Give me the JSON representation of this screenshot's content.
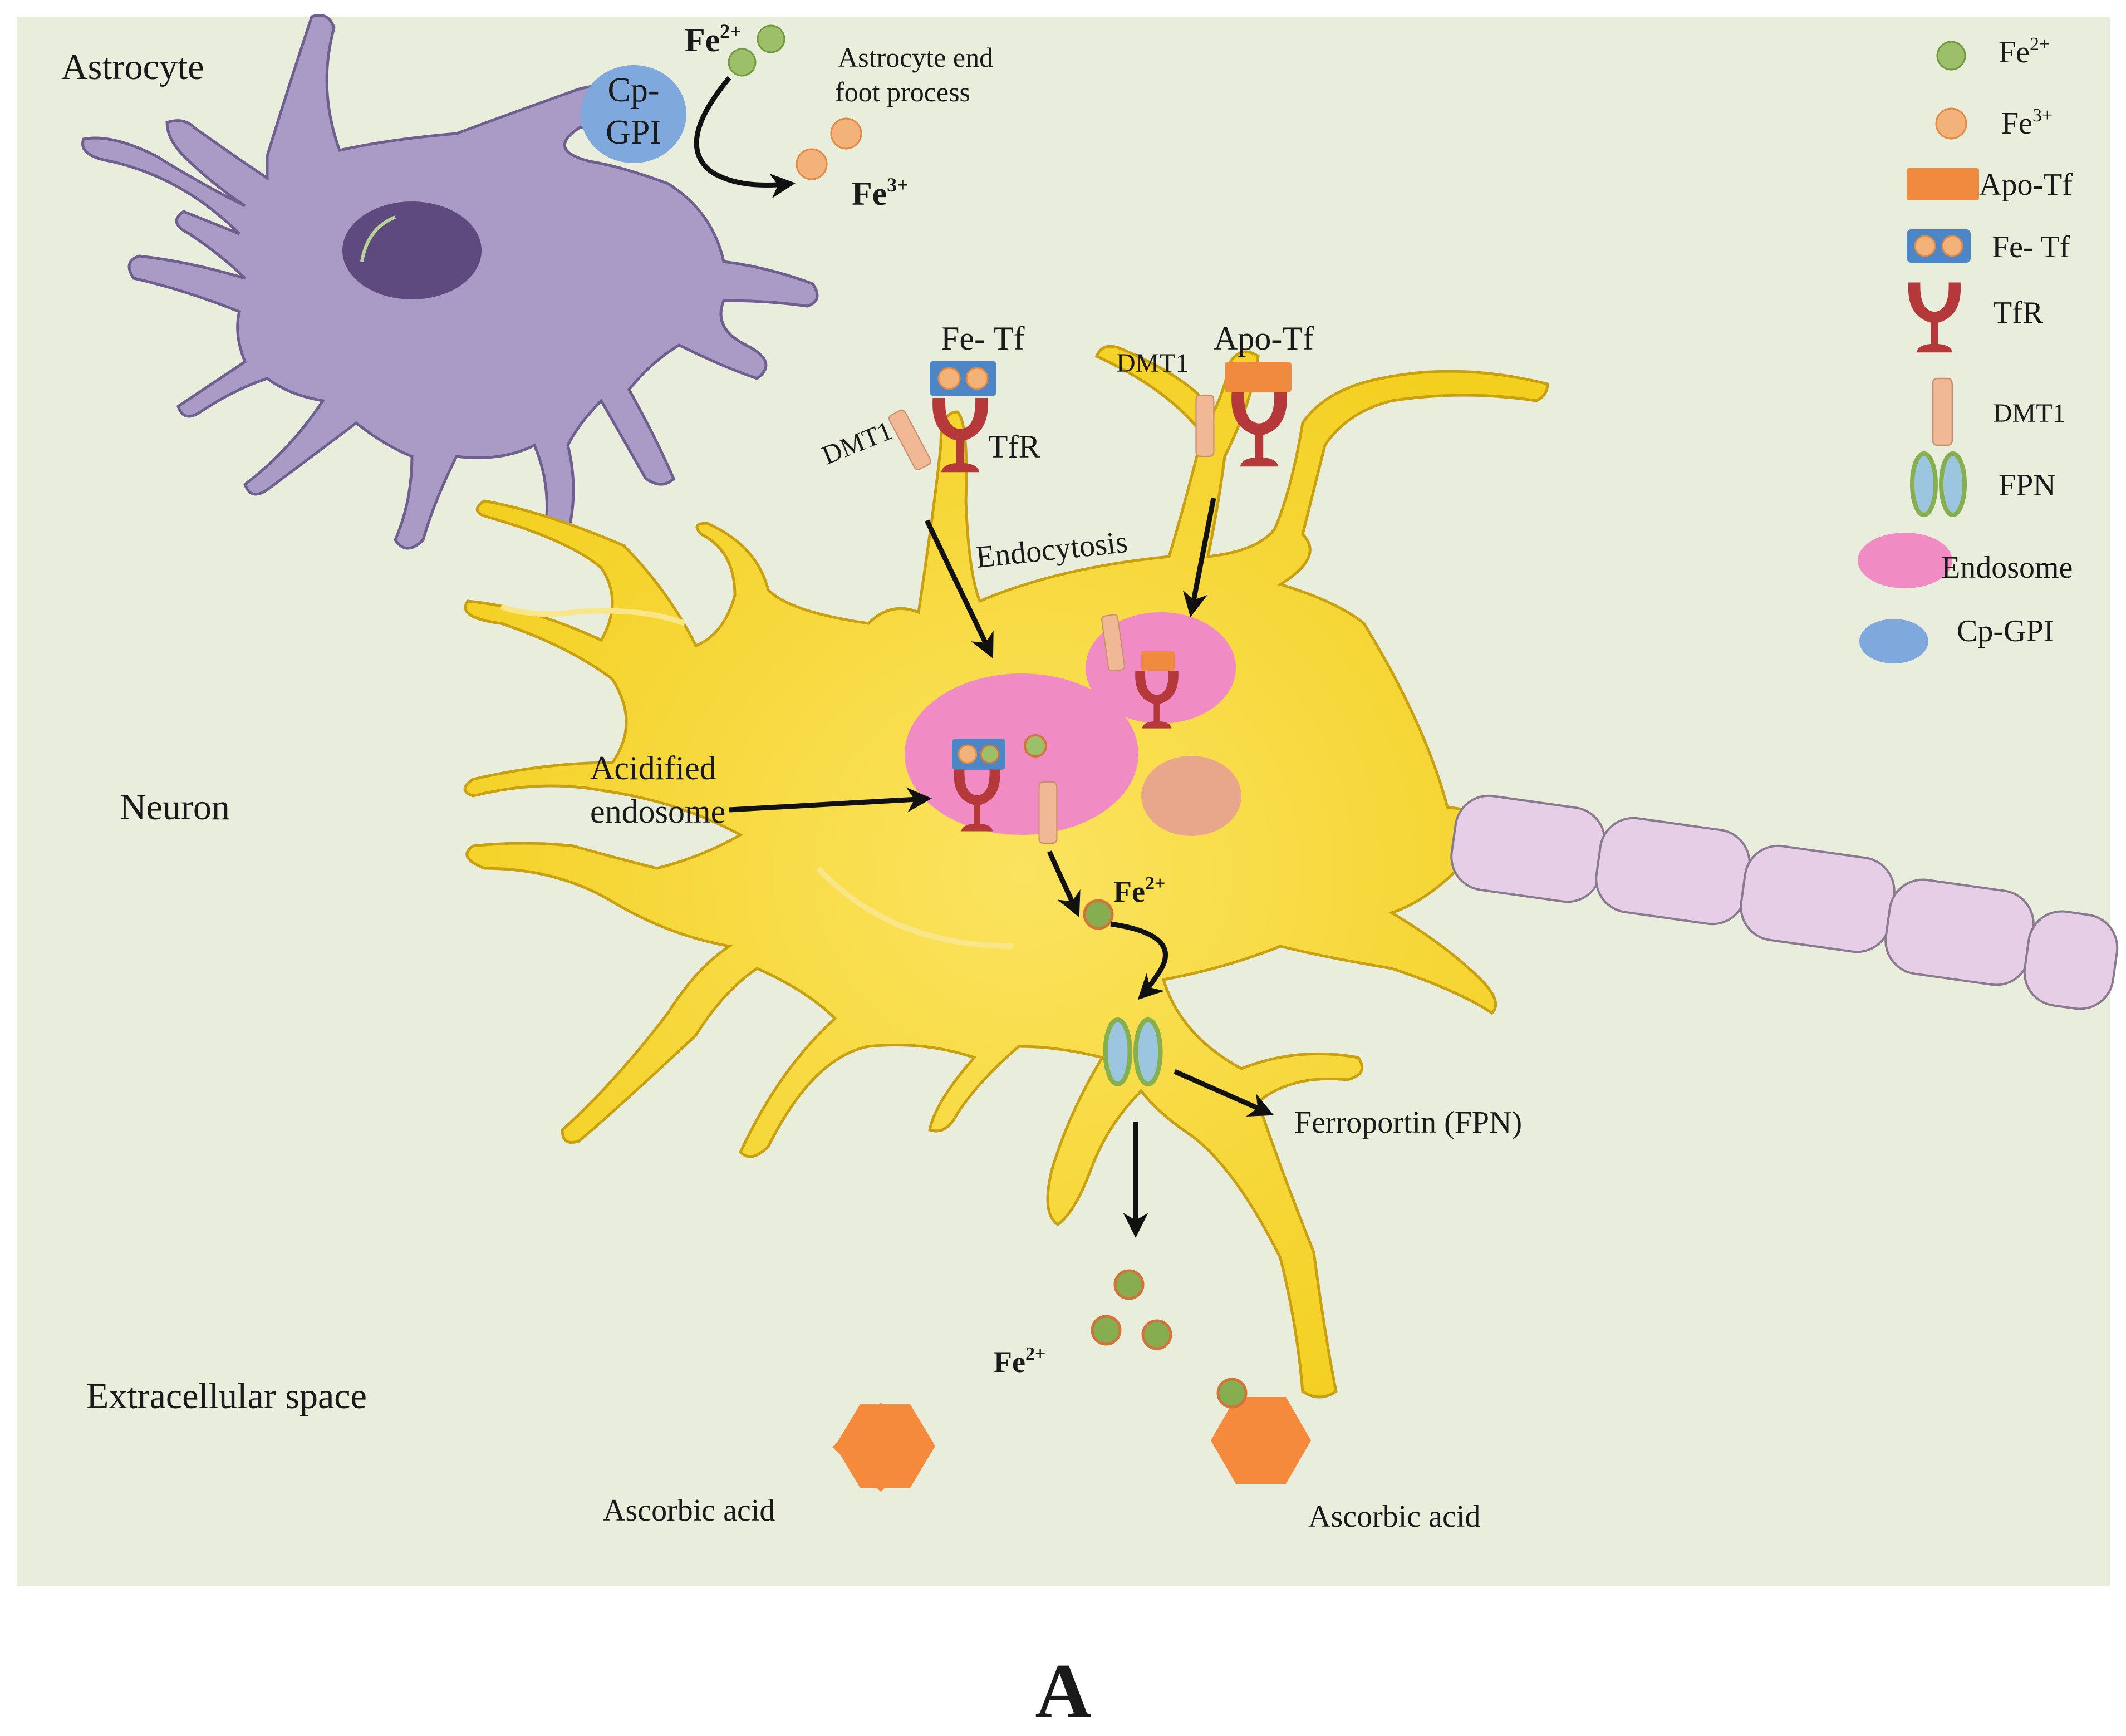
{
  "labels": {
    "astrocyte": "Astrocyte",
    "neuron": "Neuron",
    "extracellular": "Extracellular  space",
    "cp_gpi_line1": "Cp-",
    "cp_gpi_line2": "GPI",
    "fe2": "Fe",
    "fe3": "Fe",
    "sup2": "2+",
    "sup3": "3+",
    "endfoot_line1": "Astrocyte end",
    "endfoot_line2": "foot  process",
    "fe_tf": "Fe- Tf",
    "apo_tf": "Apo-Tf",
    "dmt1": "DMT1",
    "tfr": "TfR",
    "endocytosis": "Endocytosis",
    "acidified_line1": "Acidified",
    "acidified_line2": "endosome",
    "ferroportin": "Ferroportin  (FPN)",
    "ascorbic": "Ascorbic  acid",
    "panel": "A"
  },
  "legend": [
    {
      "icon": "fe2-ion",
      "label": "Fe",
      "sup": "2+"
    },
    {
      "icon": "fe3-ion",
      "label": "Fe",
      "sup": "3+"
    },
    {
      "icon": "apo-tf",
      "label": "Apo-Tf"
    },
    {
      "icon": "fe-tf",
      "label": "Fe- Tf"
    },
    {
      "icon": "tfr",
      "label": "TfR"
    },
    {
      "icon": "dmt1",
      "label": "DMT1"
    },
    {
      "icon": "fpn",
      "label": "FPN"
    },
    {
      "icon": "endosome",
      "label": "Endosome"
    },
    {
      "icon": "cp-gpi",
      "label": "Cp-GPI"
    }
  ],
  "colors": {
    "background": "#e9eedc",
    "astrocyte": "#a99ac6",
    "astrocyte_nucleus": "#5f4a80",
    "neuron": "#f7d531",
    "fe2": "#9dbf6a",
    "fe3": "#f4b27b",
    "apo_tf": "#f08a3e",
    "fe_tf": "#4c86c6",
    "tfr": "#b5393a",
    "dmt1": "#f1b896",
    "fpn_fill": "#9cc6e0",
    "fpn_stroke": "#86b04f",
    "endosome": "#f18bc4",
    "cp_gpi": "#7fa8dc",
    "ascorbic": "#f58a3c",
    "axon": "#e6cfe6"
  }
}
